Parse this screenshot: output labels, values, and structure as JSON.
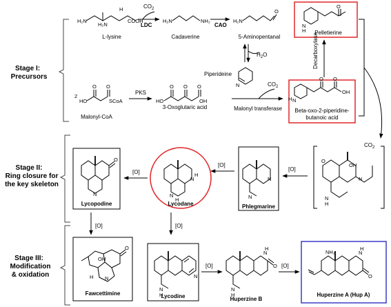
{
  "stages": {
    "stage1": [
      "Stage I:",
      "Precursors"
    ],
    "stage2": [
      "Stage II:",
      "Ring closure for",
      "the key skeleton"
    ],
    "stage3": [
      "Stage III:",
      "Modification",
      "& oxidation"
    ]
  },
  "compounds": {
    "lysine": "L-lysine",
    "cadaverine": "Cadaverine",
    "aminopentanal": "5-Aminopentanal",
    "pelletierine": "Pelletierine",
    "piperideine": "Piperideine",
    "malonyl": "Malonyl-CoA",
    "oxoglutaric": "3-Oxoglutaric acid",
    "betaoxo": [
      "Beta-oxo-2-piperidine-",
      "butanoic acid"
    ],
    "lycopodine": "Lycopodine",
    "lycodane": "Lycodane",
    "phlegmarine": "Phlegmarine",
    "fawcettimine": "Fawcettimine",
    "lycodine": "Lycodine",
    "huperzineB": "Huperzine B",
    "huperzineA": "Huperzine A (Hup A)"
  },
  "enzymes": {
    "ldc": "LDC",
    "cao": "CAO",
    "pks": "PKS",
    "transferase": "Malonyl transferase",
    "decarboxylase": "Decarboxylase"
  },
  "reagents": {
    "co2": "CO",
    "co2_sub": "2",
    "h2o": "H",
    "h2o_tail": "O",
    "h2o_sub": "2",
    "oxidation": "[O]",
    "coefficient": "2"
  },
  "colors": {
    "red_box": "#e0262a",
    "blue_box": "#3a3ac8",
    "black": "#000000"
  }
}
